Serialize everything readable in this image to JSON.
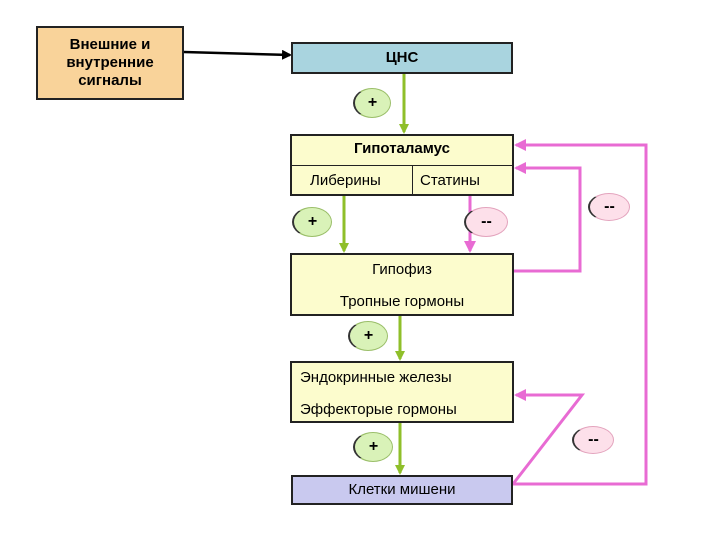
{
  "colors": {
    "signals_fill": "#f9d39a",
    "cns_fill": "#a9d4df",
    "hypo_fill": "#fcfccd",
    "target_fill": "#c9c9ef",
    "plus_fill": "#d9f2b8",
    "minus_fill": "#fde0ea",
    "green_arrow": "#8fbf2a",
    "pink_arrow": "#e86bd3",
    "black_arrow": "#000000"
  },
  "nodes": {
    "signals": [
      "Внешние и",
      "внутренние",
      "сигналы"
    ],
    "cns": "ЦНС",
    "hypothalamus": "Гипоталамус",
    "liberins": "Либерины",
    "statins": "Статины",
    "pituitary": "Гипофиз",
    "tropic_hormones": "Тропные гормоны",
    "endocrine_glands": "Эндокринные железы",
    "effector_hormones": "Эффекторые гормоны",
    "target_cells": "Клетки мишени"
  },
  "signs": {
    "plus": "+",
    "minus": "--"
  }
}
